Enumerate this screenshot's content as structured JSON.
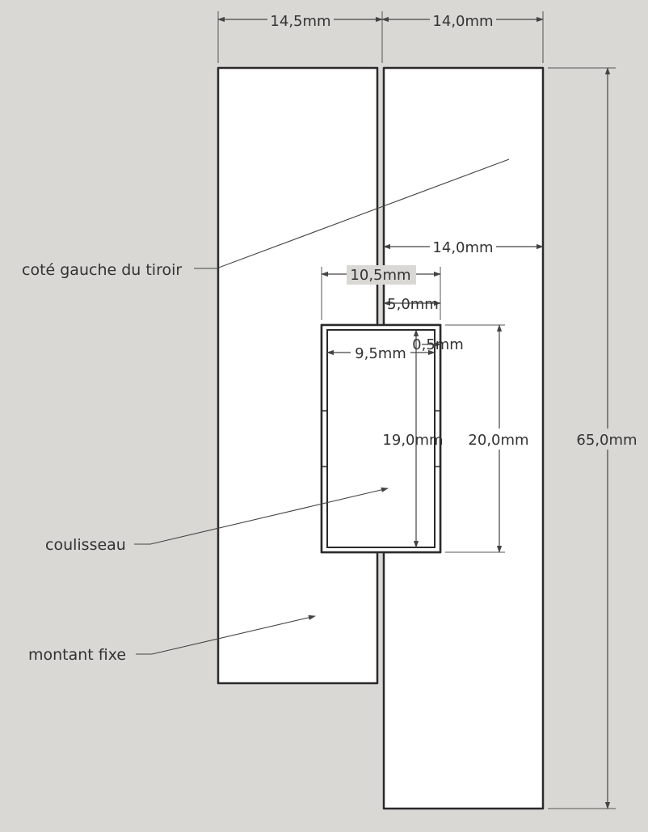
{
  "colors": {
    "background": "#d9d8d4",
    "part_fill": "#ffffff",
    "outline": "#2a2a2a",
    "dimension": "#444444",
    "text": "#333333"
  },
  "dimensions": {
    "left_width": "14,5mm",
    "right_width": "14,0mm",
    "overall_height": "65,0mm",
    "inner_right_width": "14,0mm",
    "slot_width": "10,5mm",
    "lip_width": "5,0mm",
    "inner_width": "9,5mm",
    "wall_thickness": "0,5mm",
    "inner_height": "19,0mm",
    "outer_height": "20,0mm"
  },
  "labels": {
    "drawer_side": "coté gauche du tiroir",
    "slider": "coulisseau",
    "fixed_upright": "montant fixe"
  }
}
